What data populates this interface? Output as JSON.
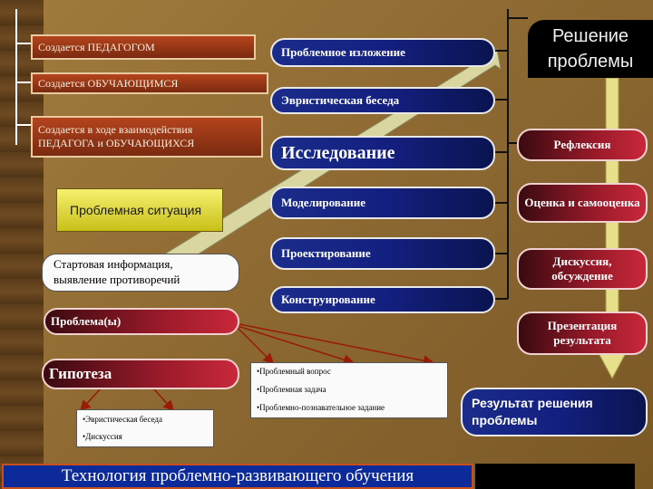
{
  "left_labels": {
    "created_teacher": "Создается ПЕДАГОГОМ",
    "created_student": "Создается ОБУЧАЮЩИМСЯ",
    "created_joint_line1": "Создается в ходе взаимодействия",
    "created_joint_line2": "ПЕДАГОГА и ОБУЧАЮЩИХСЯ"
  },
  "methods": [
    "Проблемное изложение",
    "Эвристическая беседа",
    "Исследование",
    "Моделирование",
    "Проектирование",
    "Конструирование"
  ],
  "stages": {
    "problem_situation": "Проблемная ситуация",
    "start_info_line1": "Стартовая информация,",
    "start_info_line2": "выявление противоречий",
    "problems": "Проблема(ы)",
    "hypothesis": "Гипотеза"
  },
  "hypothesis_methods": [
    "•Эвристическая беседа",
    "•Дискуссия"
  ],
  "problem_types": [
    "•Проблемный вопрос",
    "•Проблемная задача",
    "•Проблемно-познавательное задание"
  ],
  "solution_steps": [
    "Рефлексия",
    "Оценка и самооценка",
    "Дискуссия, обсуждение",
    "Презентация результата"
  ],
  "solution_title": "Решение проблемы",
  "result": "Результат решения проблемы",
  "footer": "Технология проблемно-развивающего обучения",
  "colors": {
    "navy": "#142080",
    "yellow": "#f0ea60",
    "brown": "#8a2e12",
    "dark_red": "#9a1a2a",
    "line": "#9a1a0a"
  }
}
